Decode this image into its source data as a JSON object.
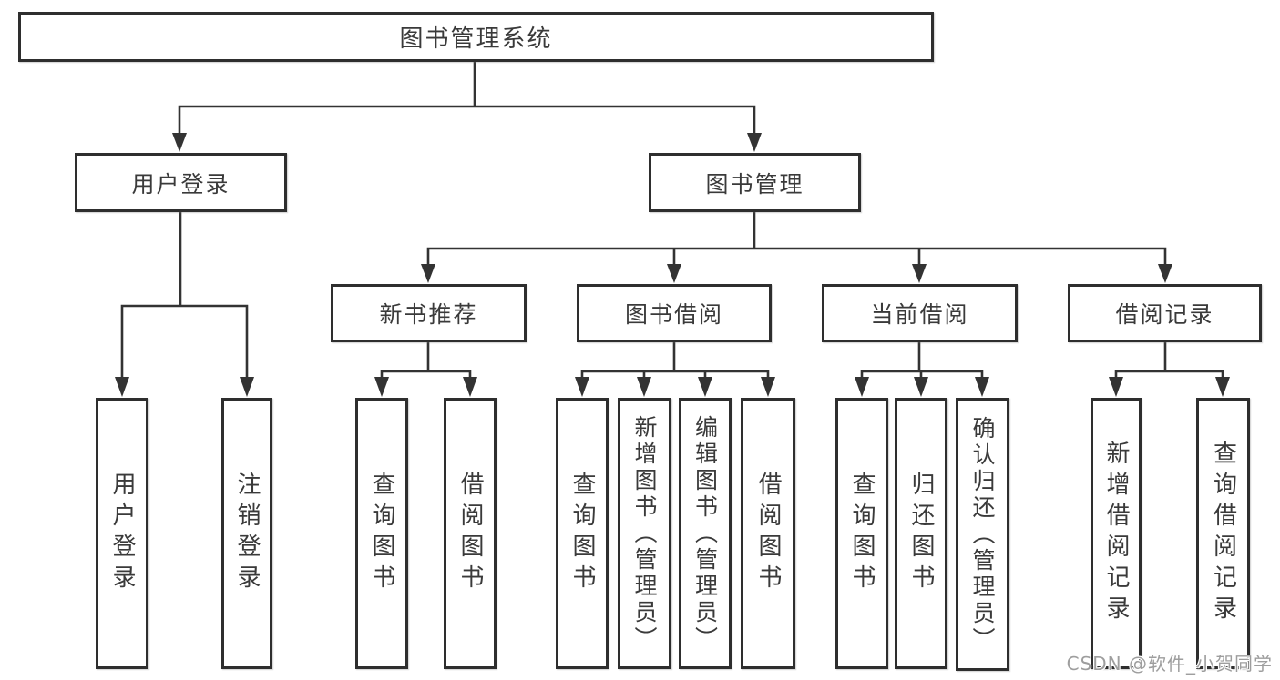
{
  "diagram": {
    "root": {
      "label": "图书管理系统"
    },
    "branches": [
      {
        "label": "用户登录",
        "children": [
          {
            "label": "用户登录"
          },
          {
            "label": "注销登录"
          }
        ]
      },
      {
        "label": "图书管理",
        "children": [
          {
            "label": "新书推荐",
            "children": [
              {
                "label": "查询图书"
              },
              {
                "label": "借阅图书"
              }
            ]
          },
          {
            "label": "图书借阅",
            "children": [
              {
                "label": "查询图书"
              },
              {
                "label": "新增图书（管理员）"
              },
              {
                "label": "编辑图书（管理员）"
              },
              {
                "label": "借阅图书"
              }
            ]
          },
          {
            "label": "当前借阅",
            "children": [
              {
                "label": "查询图书"
              },
              {
                "label": "归还图书"
              },
              {
                "label": "确认归还（管理员）"
              }
            ]
          },
          {
            "label": "借阅记录",
            "children": [
              {
                "label": "新增借阅记录"
              },
              {
                "label": "查询借阅记录"
              }
            ]
          }
        ]
      }
    ]
  },
  "watermark": {
    "text": "CSDN @软件_小贺同学"
  },
  "colors": {
    "line": "#333333",
    "border": "#2e2e2e",
    "text": "#3a3a3a",
    "background": "#ffffff",
    "watermark": "#9e9e9e"
  }
}
